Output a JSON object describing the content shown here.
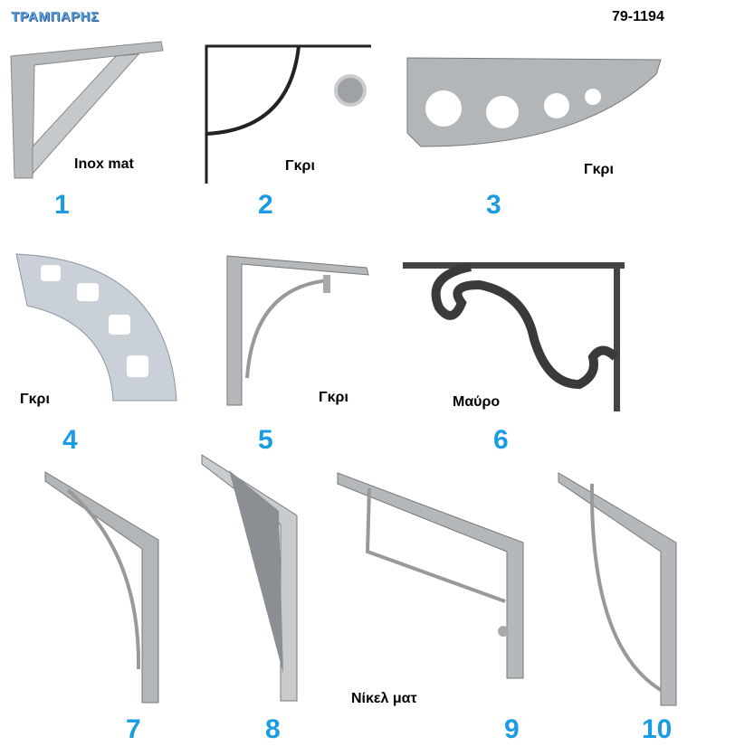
{
  "header": {
    "brand": "ΤΡΑΜΠΑΡΗΣ",
    "product_code": "79-1194"
  },
  "items": [
    {
      "number": "1",
      "finish": "Inox mat"
    },
    {
      "number": "2",
      "finish": "Γκρι"
    },
    {
      "number": "3",
      "finish": "Γκρι"
    },
    {
      "number": "4",
      "finish": "Γκρι"
    },
    {
      "number": "5",
      "finish": "Γκρι"
    },
    {
      "number": "6",
      "finish": "Μαύρο"
    },
    {
      "number": "7",
      "finish": ""
    },
    {
      "number": "8",
      "finish": ""
    },
    {
      "number": "9",
      "finish": ""
    },
    {
      "number": "10",
      "finish": ""
    }
  ],
  "shared_finish_7_10": "Νίκελ ματ",
  "colors": {
    "number": "#1a9be6",
    "metal": "#b8bcc0",
    "black": "#333333"
  }
}
